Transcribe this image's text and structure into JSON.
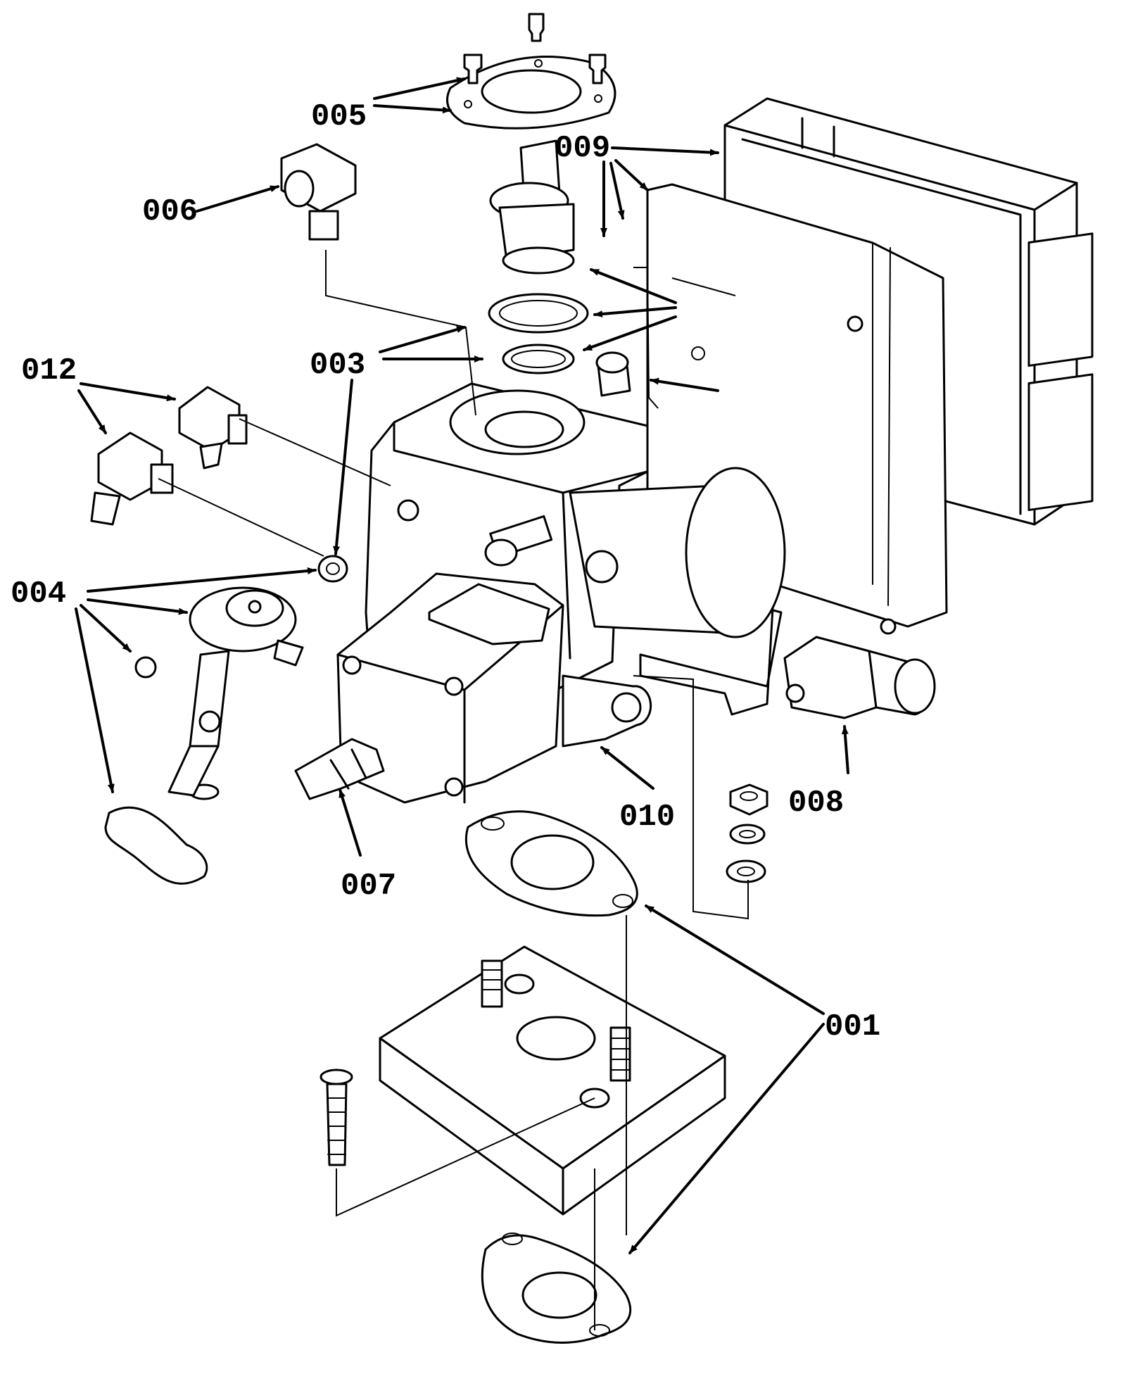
{
  "diagram": {
    "callouts": [
      {
        "id": "c001",
        "text": "001"
      },
      {
        "id": "c003",
        "text": "003"
      },
      {
        "id": "c004",
        "text": "004"
      },
      {
        "id": "c005",
        "text": "005"
      },
      {
        "id": "c006",
        "text": "006"
      },
      {
        "id": "c007",
        "text": "007"
      },
      {
        "id": "c008",
        "text": "008"
      },
      {
        "id": "c009",
        "text": "009"
      },
      {
        "id": "c010",
        "text": "010"
      },
      {
        "id": "c012",
        "text": "012"
      }
    ]
  }
}
